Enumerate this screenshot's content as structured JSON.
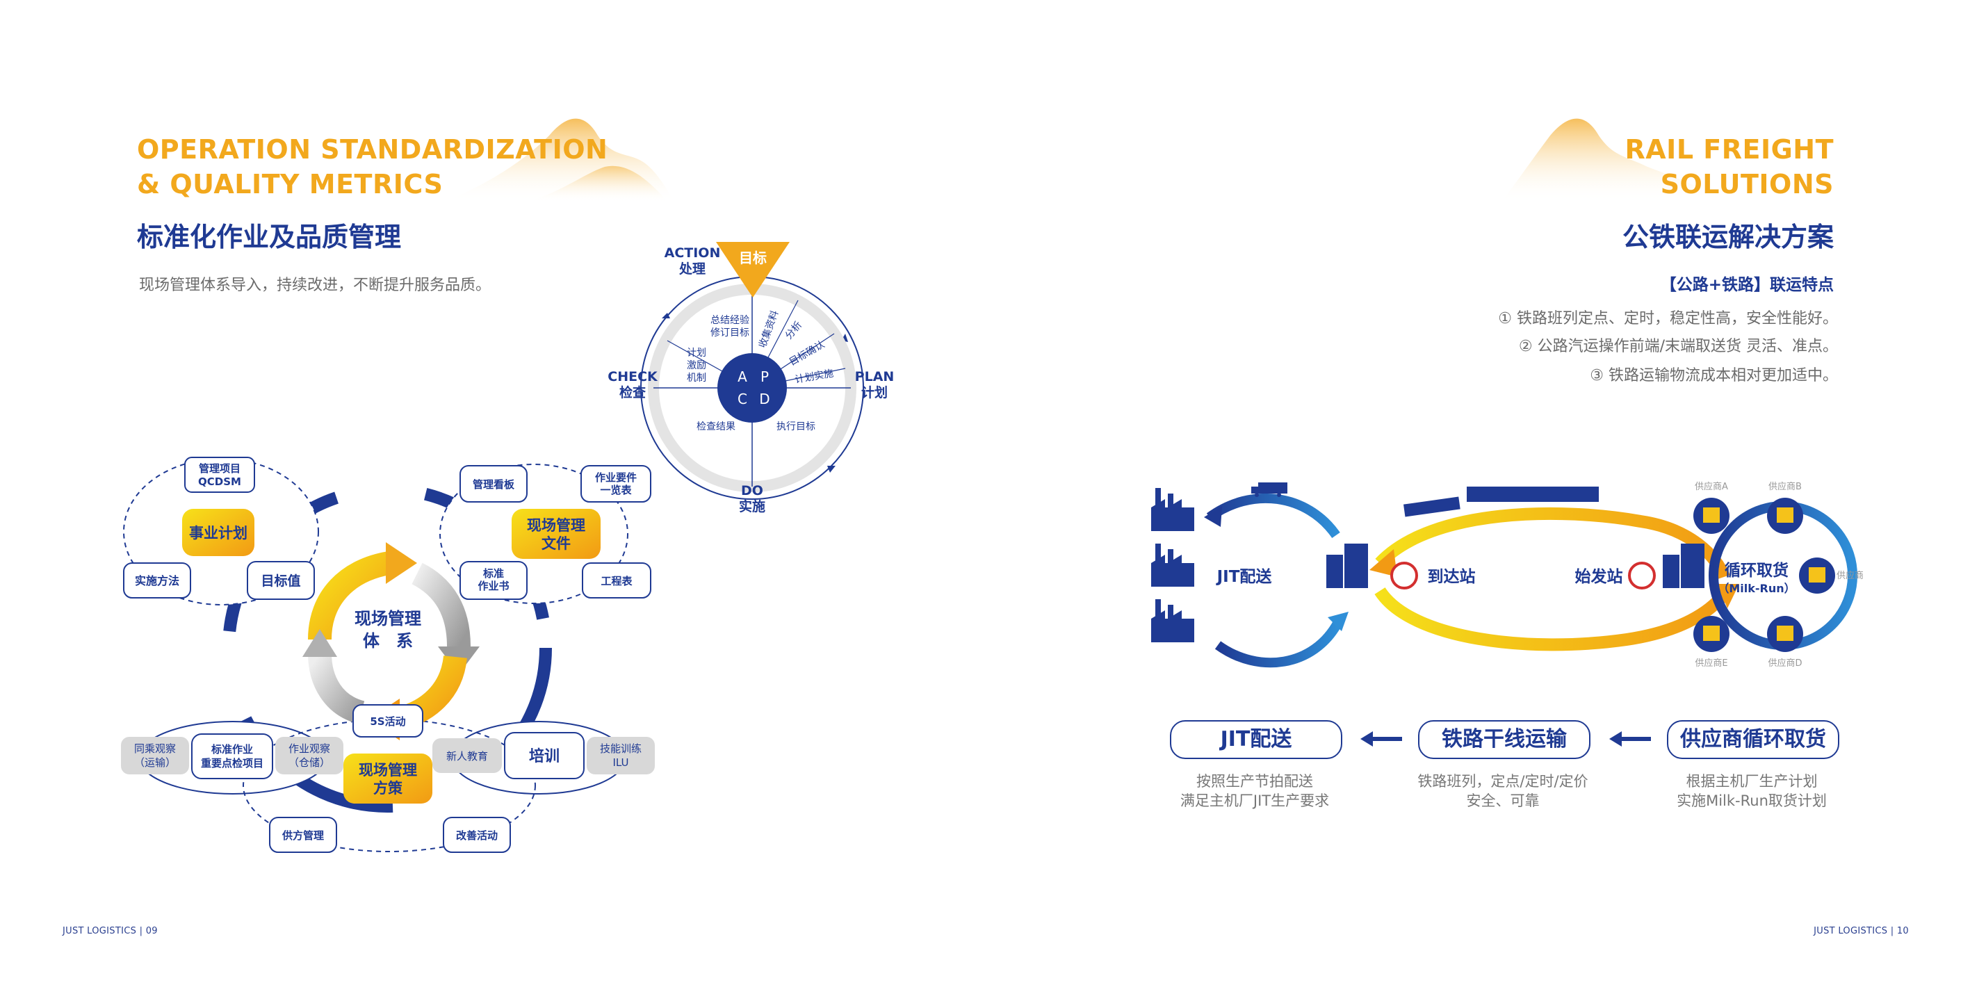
{
  "left_page": {
    "title_en_line1": "OPERATION STANDARDIZATION",
    "title_en_line2": "& QUALITY METRICS",
    "title_cn": "标准化作业及品质管理",
    "description": "现场管理体系导入，持续改进，不断提升服务品质。",
    "footer": "JUST LOGISTICS  |  09"
  },
  "pdca": {
    "goal": "目标",
    "action_en": "ACTION",
    "action_cn": "处理",
    "plan_en": "PLAN",
    "plan_cn": "计划",
    "check_en": "CHECK",
    "check_cn": "检查",
    "do_en": "DO",
    "do_cn": "实施",
    "letter_a": "A",
    "letter_p": "P",
    "letter_c": "C",
    "letter_d": "D",
    "seg_summary_1": "总结经验",
    "seg_summary_2": "修订目标",
    "seg_collect": "收集资料",
    "seg_analyze": "分析",
    "seg_confirm": "目标确认",
    "seg_implement": "计划实施",
    "seg_incentive_1": "计划",
    "seg_incentive_2": "激励",
    "seg_incentive_3": "机制",
    "seg_check_result": "检查结果",
    "seg_exec_goal": "执行目标"
  },
  "system": {
    "center_1": "现场管理",
    "center_2": "体　系",
    "business_plan": "事业计划",
    "qcdsm_1": "管理项目",
    "qcdsm_2": "QCDSM",
    "method": "实施方法",
    "target_value": "目标值",
    "site_docs_1": "现场管理",
    "site_docs_2": "文件",
    "board": "管理看板",
    "elements_1": "作业要件",
    "elements_2": "一览表",
    "std_book_1": "标准",
    "std_book_2": "作业书",
    "process_table": "工程表",
    "s5": "5S活动",
    "ride_1": "同乘观察",
    "ride_2": "（运输）",
    "key_check_1": "标准作业",
    "key_check_2": "重要点检项目",
    "warehouse_1": "作业观察",
    "warehouse_2": "（仓储）",
    "plan_1": "现场管理",
    "plan_2": "方策",
    "newcomer": "新人教育",
    "training": "培训",
    "skill_1": "技能训练",
    "skill_2": "ILU",
    "supplier_mgmt": "供方管理",
    "improve": "改善活动"
  },
  "right_page": {
    "title_en_line1": "RAIL FREIGHT",
    "title_en_line2": "SOLUTIONS",
    "title_cn": "公铁联运解决方案",
    "features_heading": "【公路+铁路】联运特点",
    "features": [
      "① 铁路班列定点、定时，稳定性高，安全性能好。",
      "② 公路汽运操作前端/末端取送货 灵活、准点。",
      "③ 铁路运输物流成本相对更加适中。"
    ],
    "footer": "JUST LOGISTICS  |  10"
  },
  "rail": {
    "jit": "JIT配送",
    "arrival": "到达站",
    "departure": "始发站",
    "milkrun_1": "循环取货",
    "milkrun_2": "（Milk-Run）",
    "supplier_a": "供应商A",
    "supplier_b": "供应商B",
    "supplier_c": "供应商C",
    "supplier_d": "供应商D",
    "supplier_e": "供应商E",
    "step1_label": "JIT配送",
    "step1_desc_1": "按照生产节拍配送",
    "step1_desc_2": "满足主机厂JIT生产要求",
    "step2_label": "铁路干线运输",
    "step2_desc_1": "铁路班列，定点/定时/定价",
    "step2_desc_2": "安全、可靠",
    "step3_label": "供应商循环取货",
    "step3_desc_1": "根据主机厂生产计划",
    "step3_desc_2": "实施Milk-Run取货计划"
  },
  "colors": {
    "navy": "#1f3a93",
    "orange": "#f2a81d",
    "yellow": "#f5d21a"
  }
}
